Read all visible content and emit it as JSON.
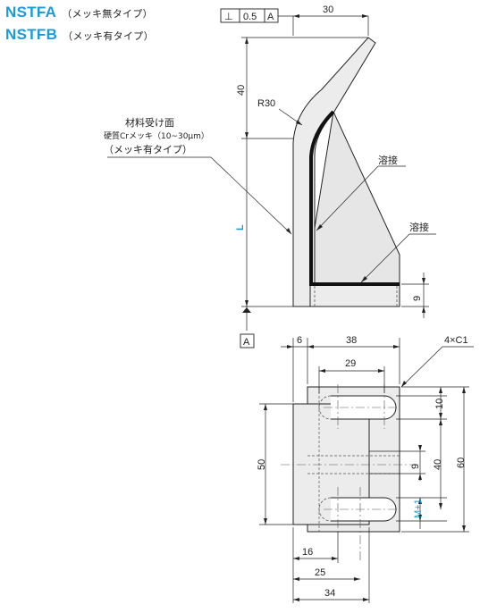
{
  "header": {
    "model_a": "NSTFA",
    "model_a_note": "（メッキ無タイプ）",
    "model_b": "NSTFB",
    "model_b_note": "（メッキ有タイプ）"
  },
  "tolerance_frame": {
    "symbol": "⊥",
    "value": "0.5",
    "datum": "A"
  },
  "side_view": {
    "dim_top_width": "30",
    "dim_upper_height": "40",
    "radius_label": "R30",
    "dim_L": "L",
    "dim_base_thickness": "9",
    "weld_label_1": "溶接",
    "weld_label_2": "溶接",
    "callout_line1": "材料受け面",
    "callout_line2": "硬質Crメッキ（10~30μm）",
    "callout_line3": "（メッキ有タイプ）",
    "datum_label": "A"
  },
  "bottom_view": {
    "dim_6": "6",
    "dim_38": "38",
    "dim_29": "29",
    "chamfer": "4×C1",
    "dim_10": "10",
    "dim_9": "9",
    "dim_40": "40",
    "dim_60": "60",
    "dim_50": "50",
    "dim_M1": "M+1",
    "dim_16": "16",
    "dim_25": "25",
    "dim_34": "34"
  },
  "colors": {
    "title": "#1a9bd7",
    "part_fill": "#e8e8e8",
    "weld": "#111111"
  }
}
